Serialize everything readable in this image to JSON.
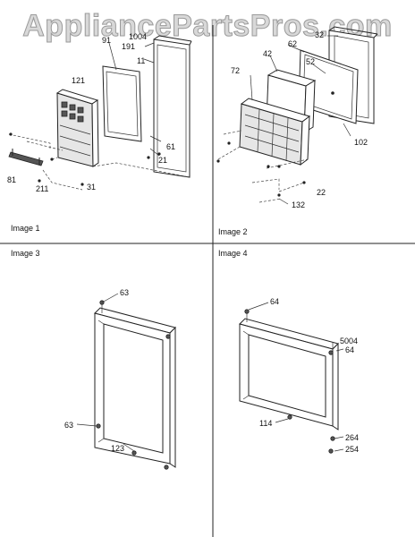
{
  "watermark": "AppliancePartsPros.com",
  "image_labels": [
    "Image 1",
    "Image 2",
    "Image 3",
    "Image 4"
  ],
  "callouts": {
    "image1": [
      "91",
      "191",
      "1004",
      "11",
      "121",
      "61",
      "21",
      "81",
      "211",
      "31"
    ],
    "image2": [
      "32",
      "62",
      "42",
      "52",
      "72",
      "102",
      "22",
      "132"
    ],
    "image3": [
      "63",
      "63",
      "123"
    ],
    "image4": [
      "64",
      "5004",
      "64",
      "114",
      "264",
      "254"
    ]
  }
}
